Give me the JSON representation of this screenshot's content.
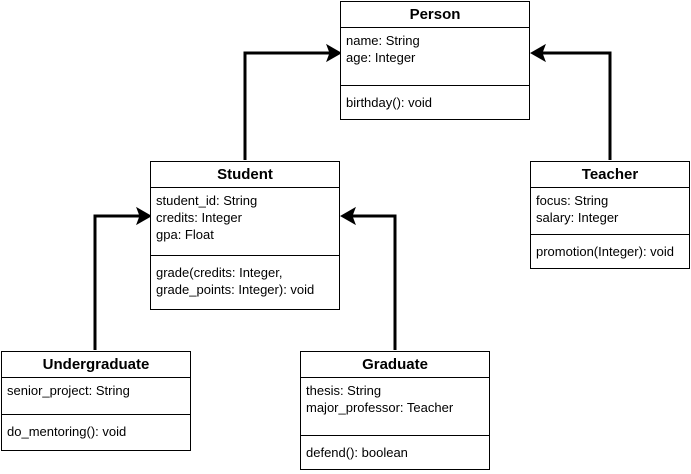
{
  "classes": {
    "person": {
      "name": "Person",
      "attributes": [
        "name: String",
        "age: Integer"
      ],
      "methods": [
        "birthday(): void"
      ]
    },
    "student": {
      "name": "Student",
      "attributes": [
        "student_id: String",
        "credits: Integer",
        "gpa: Float"
      ],
      "methods": [
        "grade(credits: Integer,",
        "grade_points: Integer): void"
      ]
    },
    "teacher": {
      "name": "Teacher",
      "attributes": [
        "focus: String",
        "salary: Integer"
      ],
      "methods": [
        "promotion(Integer): void"
      ]
    },
    "undergraduate": {
      "name": "Undergraduate",
      "attributes": [
        "senior_project: String"
      ],
      "methods": [
        "do_mentoring(): void"
      ]
    },
    "graduate": {
      "name": "Graduate",
      "attributes": [
        "thesis: String",
        "major_professor: Teacher"
      ],
      "methods": [
        "defend(): boolean"
      ]
    }
  },
  "relations": [
    {
      "from": "Student",
      "to": "Person",
      "type": "inheritance"
    },
    {
      "from": "Teacher",
      "to": "Person",
      "type": "inheritance"
    },
    {
      "from": "Undergraduate",
      "to": "Student",
      "type": "inheritance"
    },
    {
      "from": "Graduate",
      "to": "Student",
      "type": "inheritance"
    }
  ]
}
